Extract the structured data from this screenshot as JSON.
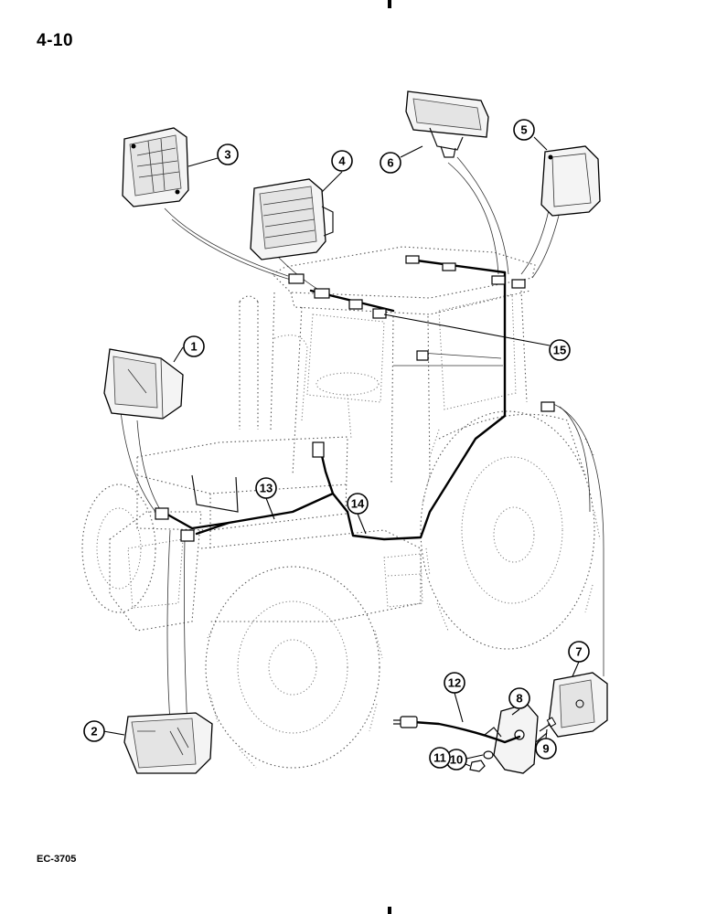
{
  "header": {
    "page_number": "4-10"
  },
  "footer": {
    "figure_code": "EC-3705"
  },
  "callouts": {
    "c1": "1",
    "c2": "2",
    "c3": "3",
    "c4": "4",
    "c5": "5",
    "c6": "6",
    "c7": "7",
    "c8": "8",
    "c9": "9",
    "c10": "10",
    "c11": "11",
    "c12": "12",
    "c13": "13",
    "c14": "14",
    "c15": "15"
  }
}
